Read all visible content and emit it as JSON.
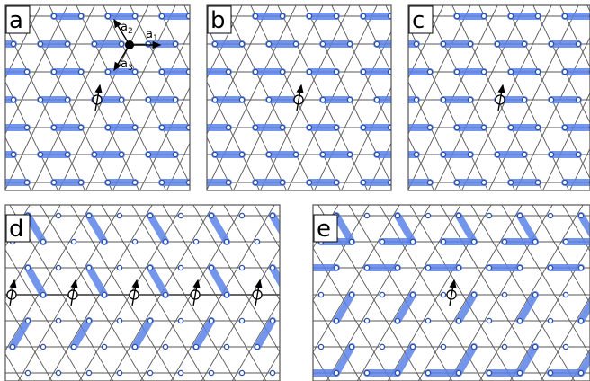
{
  "panels": [
    {
      "id": "a",
      "label": "a"
    },
    {
      "id": "b",
      "label": "b"
    },
    {
      "id": "c",
      "label": "c"
    },
    {
      "id": "d",
      "label": "d"
    },
    {
      "id": "e",
      "label": "e"
    }
  ],
  "vectors": [
    {
      "id": "a1",
      "base": "a",
      "sub": "1"
    },
    {
      "id": "a2",
      "base": "a",
      "sub": "2"
    },
    {
      "id": "a3",
      "base": "a",
      "sub": "3"
    }
  ],
  "colors": {
    "dimer": "#5b82e8",
    "site_outline": "#2b4ea8",
    "lattice_line": "#555555"
  }
}
